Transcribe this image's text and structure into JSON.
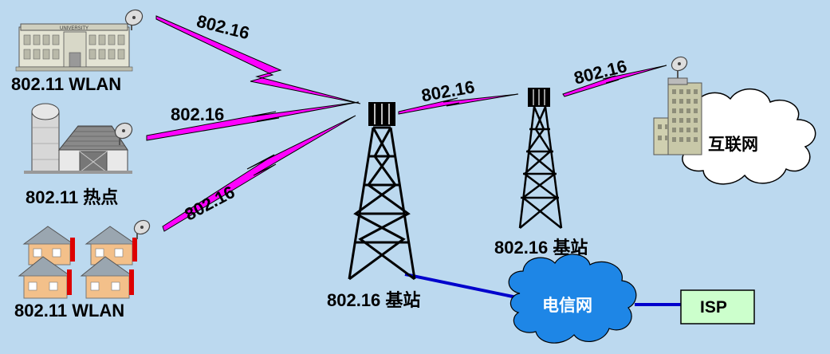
{
  "sites": {
    "university": "802.11 WLAN",
    "farm": "802.11 热点",
    "houses": "802.11 WLAN"
  },
  "links": {
    "university_to_tower": "802.16",
    "farm_to_tower": "802.16",
    "houses_to_tower": "802.16",
    "tower_to_tower": "802.16",
    "tower_to_internet": "802.16"
  },
  "stations": {
    "main_tower": "802.16 基站",
    "second_tower": "802.16 基站"
  },
  "internet_cloud": "互联网",
  "telecom_cloud": "电信网",
  "isp_box": "ISP",
  "building_sign": "UNIVERSITY",
  "colors": {
    "background": "#bcd9ef",
    "lightning": "#ff00ff",
    "wire": "#0000cc",
    "isp_fill": "#ccffcc"
  }
}
